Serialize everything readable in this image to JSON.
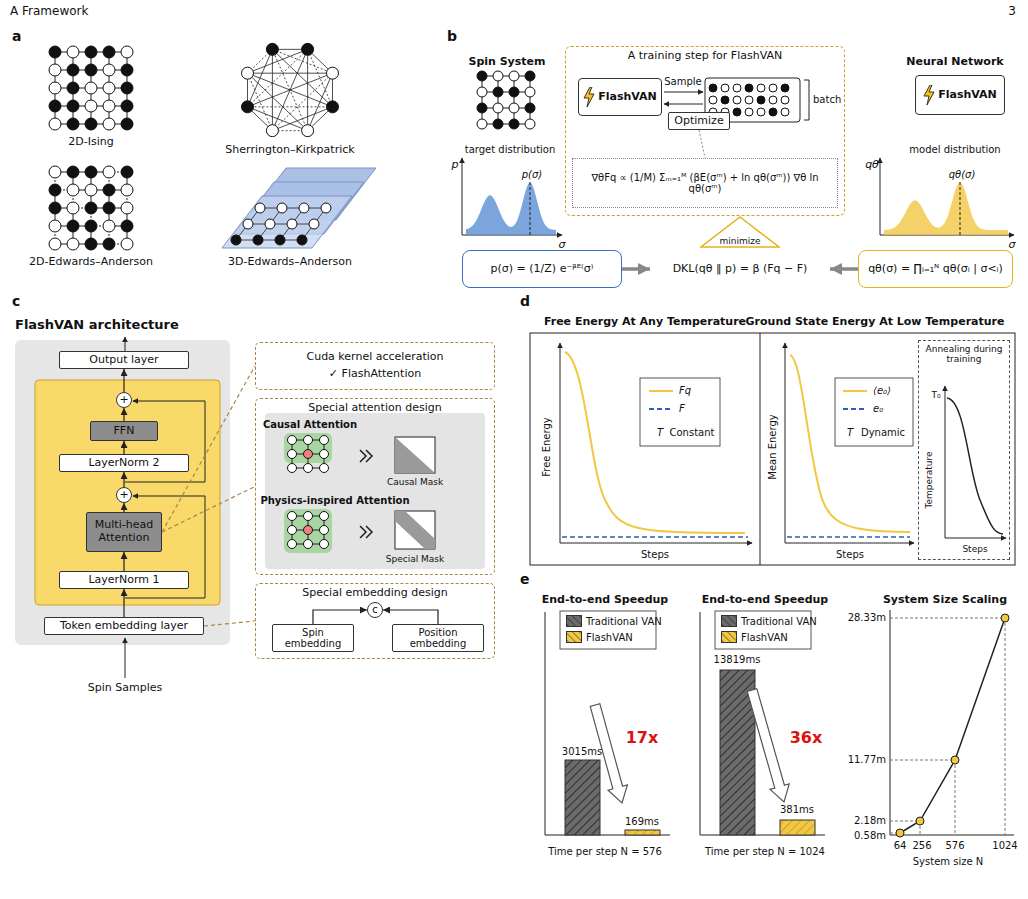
{
  "diagram": {
    "nodes": [
      {
        "text": [
          "A training step for FlashVAN"
        ]
      },
      {
        "text": [
          "FlashVAN"
        ],
        "in": 0
      },
      {
        "text": [
          "Optimize"
        ],
        "in": 0
      },
      {
        "text": [
          "∇θFq ∝ (1/M) Σₘ₌₁ᴹ (βE(σᵐ) + ln qθ(σᵐ)) ∇θ ln qθ(σᵐ)"
        ],
        "in": 0
      },
      {
        "text": [
          "FlashVAN"
        ]
      },
      {
        "text": [
          "p(σ) = (1/Z) e⁻ᵝᴱ⁽σ⁾"
        ]
      },
      {
        "text": [
          "minimize"
        ]
      },
      {
        "text": [
          "DKL(qθ ‖ p) = β (Fq − F)"
        ]
      },
      {
        "text": [
          "qθ(σ) = ∏ᵢ₌₁ᴺ qθ(σᵢ | σ<ᵢ)"
        ]
      },
      {
        "text": [
          "FlashVAN architecture"
        ]
      },
      {
        "text": [
          "Output layer"
        ],
        "in": 9
      },
      {
        "text": [
          "+"
        ],
        "in": 9
      },
      {
        "text": [
          "FFN"
        ],
        "in": 9
      },
      {
        "text": [
          "LayerNorm 2"
        ],
        "in": 9
      },
      {
        "text": [
          "+"
        ],
        "in": 9
      },
      {
        "text": [
          "Multi-head Attention"
        ],
        "in": 9
      },
      {
        "text": [
          "LayerNorm 1"
        ],
        "in": 9
      },
      {
        "text": [
          "Token embedding layer"
        ],
        "in": 9
      },
      {
        "text": [
          "Cuda kernel acceleration",
          "✓ FlashAttention"
        ]
      },
      {
        "text": [
          "Special attention design"
        ]
      },
      {
        "text": [
          "Special embedding design"
        ]
      },
      {
        "text": [
          "c"
        ],
        "in": 20
      },
      {
        "text": [
          "Spin embedding"
        ],
        "in": 20
      },
      {
        "text": [
          "Position embedding"
        ],
        "in": 20
      },
      {
        "text": [
          "Annealing during training"
        ]
      }
    ],
    "edges": [
      {
        "from": 2,
        "to": 3,
        "arrow": "none"
      },
      {
        "from": 5,
        "to": 7,
        "arrow": "to"
      },
      {
        "from": 8,
        "to": 7,
        "arrow": "to"
      },
      {
        "from": 17,
        "to": 16,
        "arrow": "to"
      },
      {
        "from": 16,
        "to": 15,
        "arrow": "to"
      },
      {
        "from": 15,
        "to": 14,
        "arrow": "to"
      },
      {
        "from": 14,
        "to": 13,
        "arrow": "to"
      },
      {
        "from": 13,
        "to": 12,
        "arrow": "to"
      },
      {
        "from": 12,
        "to": 11,
        "arrow": "to"
      },
      {
        "from": 11,
        "to": 10,
        "arrow": "to"
      },
      {
        "from": 15,
        "to": 18,
        "arrow": "none"
      },
      {
        "from": 15,
        "to": 19,
        "arrow": "none"
      },
      {
        "from": 17,
        "to": 20,
        "arrow": "none"
      },
      {
        "from": 22,
        "to": 21,
        "arrow": "to"
      },
      {
        "from": 23,
        "to": 21,
        "arrow": "to"
      }
    ],
    "labels": [
      "A Framework",
      "3",
      "a",
      "b",
      "c",
      "d",
      "e",
      "2D-Ising",
      "Sherrington–Kirkpatrick",
      "2D-Edwards–Anderson",
      "3D-Edwards–Anderson",
      "Spin System",
      "target distribution",
      "p",
      "p(σ)",
      "σ",
      "Sample",
      "batch",
      "Neural Network",
      "model distribution",
      "qθ",
      "qθ(σ)",
      "σ",
      "Spin Samples",
      "Causal Attention",
      "Causal Mask",
      "Physics-inspired Attention",
      "Special Mask",
      "Free Energy At Any Temperature",
      "Free Energy",
      "Steps",
      "T",
      "Constant",
      "Ground State Energy At Low Temperature",
      "Mean Energy",
      "Steps",
      "T",
      "Dynamic",
      "T₀",
      "Temperature",
      "Steps",
      "End-to-end Speedup",
      "3015ms",
      "169ms",
      "17x",
      "Time per step N = 576",
      "End-to-end Speedup",
      "13819ms",
      "381ms",
      "36x",
      "Time per step N = 1024",
      "System Size Scaling",
      "28.33m",
      "11.77m",
      "2.18m",
      "0.58m",
      "64",
      "256",
      "576",
      "1024",
      "System size N"
    ],
    "legend": [
      {
        "text": "Fq"
      },
      {
        "text": "F"
      },
      {
        "text": "⟨e₀⟩"
      },
      {
        "text": "e₀"
      },
      {
        "text": "Traditional VAN",
        "color": "#6b6b6b"
      },
      {
        "text": "FlashVAN",
        "color": "#f2c744"
      },
      {
        "text": "Traditional VAN",
        "color": "#6b6b6b"
      },
      {
        "text": "FlashVAN",
        "color": "#f2c744"
      }
    ]
  }
}
